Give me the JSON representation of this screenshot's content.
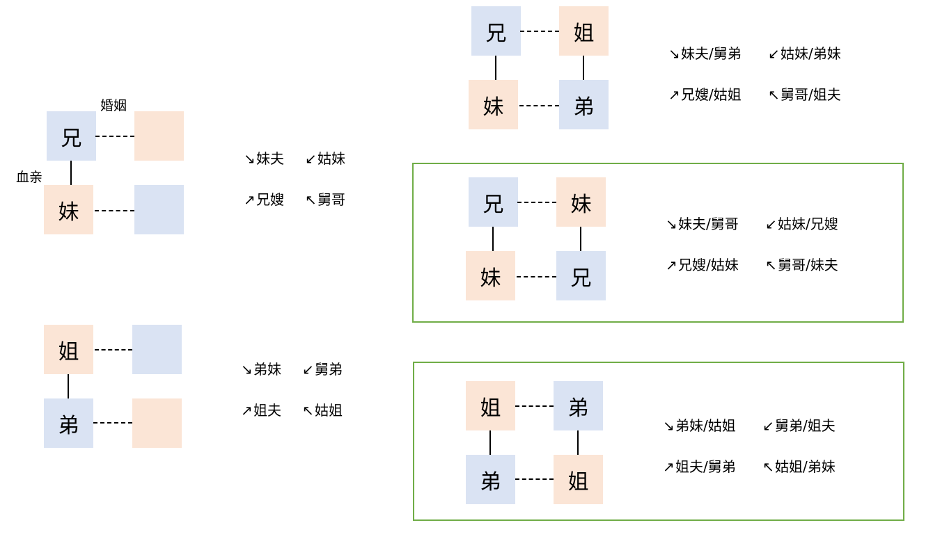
{
  "colors": {
    "male": "#dae3f3",
    "female": "#fbe5d6",
    "frame": "#70ad47"
  },
  "legend": {
    "marriage": "婚姻",
    "blood": "血亲"
  },
  "arrows": {
    "se": "↘",
    "sw": "↙",
    "ne": "↗",
    "nw": "↖"
  },
  "d1": {
    "tl": "兄",
    "bl": "妹",
    "se": "妹夫",
    "sw": "姑妹",
    "ne": "兄嫂",
    "nw": "舅哥"
  },
  "d2": {
    "tl": "姐",
    "bl": "弟",
    "se": "弟妹",
    "sw": "舅弟",
    "ne": "姐夫",
    "nw": "姑姐"
  },
  "d3": {
    "tl": "兄",
    "tr": "姐",
    "bl": "妹",
    "br": "弟",
    "se": "妹夫/舅弟",
    "sw": "姑妹/弟妹",
    "ne": "兄嫂/姑姐",
    "nw": "舅哥/姐夫"
  },
  "d4": {
    "tl": "兄",
    "tr": "妹",
    "bl": "妹",
    "br": "兄",
    "se": "妹夫/舅哥",
    "sw": "姑妹/兄嫂",
    "ne": "兄嫂/姑妹",
    "nw": "舅哥/妹夫"
  },
  "d5": {
    "tl": "姐",
    "tr": "弟",
    "bl": "弟",
    "br": "姐",
    "se": "弟妹/姑姐",
    "sw": "舅弟/姐夫",
    "ne": "姐夫/舅弟",
    "nw": "姑姐/弟妹"
  }
}
